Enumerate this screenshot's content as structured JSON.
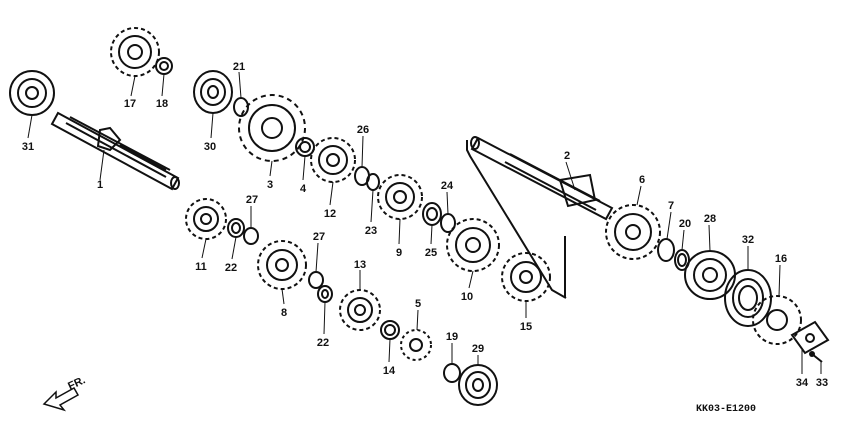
{
  "diagram": {
    "code": "KK03-E1200",
    "direction_label": "FR.",
    "direction_icon": "arrow-down-left-icon",
    "ink_color": "#111111",
    "background": "#ffffff",
    "callouts": [
      {
        "id": "1",
        "label": "1"
      },
      {
        "id": "2",
        "label": "2"
      },
      {
        "id": "3",
        "label": "3"
      },
      {
        "id": "4",
        "label": "4"
      },
      {
        "id": "5",
        "label": "5"
      },
      {
        "id": "6",
        "label": "6"
      },
      {
        "id": "7",
        "label": "7"
      },
      {
        "id": "8",
        "label": "8"
      },
      {
        "id": "9",
        "label": "9"
      },
      {
        "id": "10",
        "label": "10"
      },
      {
        "id": "11",
        "label": "11"
      },
      {
        "id": "12",
        "label": "12"
      },
      {
        "id": "13",
        "label": "13"
      },
      {
        "id": "14",
        "label": "14"
      },
      {
        "id": "15",
        "label": "15"
      },
      {
        "id": "16",
        "label": "16"
      },
      {
        "id": "17",
        "label": "17"
      },
      {
        "id": "18",
        "label": "18"
      },
      {
        "id": "19",
        "label": "19"
      },
      {
        "id": "20",
        "label": "20"
      },
      {
        "id": "21",
        "label": "21"
      },
      {
        "id": "22a",
        "label": "22"
      },
      {
        "id": "22b",
        "label": "22"
      },
      {
        "id": "23",
        "label": "23"
      },
      {
        "id": "24",
        "label": "24"
      },
      {
        "id": "25",
        "label": "25"
      },
      {
        "id": "26",
        "label": "26"
      },
      {
        "id": "27a",
        "label": "27"
      },
      {
        "id": "27b",
        "label": "27"
      },
      {
        "id": "28",
        "label": "28"
      },
      {
        "id": "29",
        "label": "29"
      },
      {
        "id": "30",
        "label": "30"
      },
      {
        "id": "31",
        "label": "31"
      },
      {
        "id": "32",
        "label": "32"
      },
      {
        "id": "33",
        "label": "33"
      },
      {
        "id": "34",
        "label": "34"
      }
    ]
  }
}
